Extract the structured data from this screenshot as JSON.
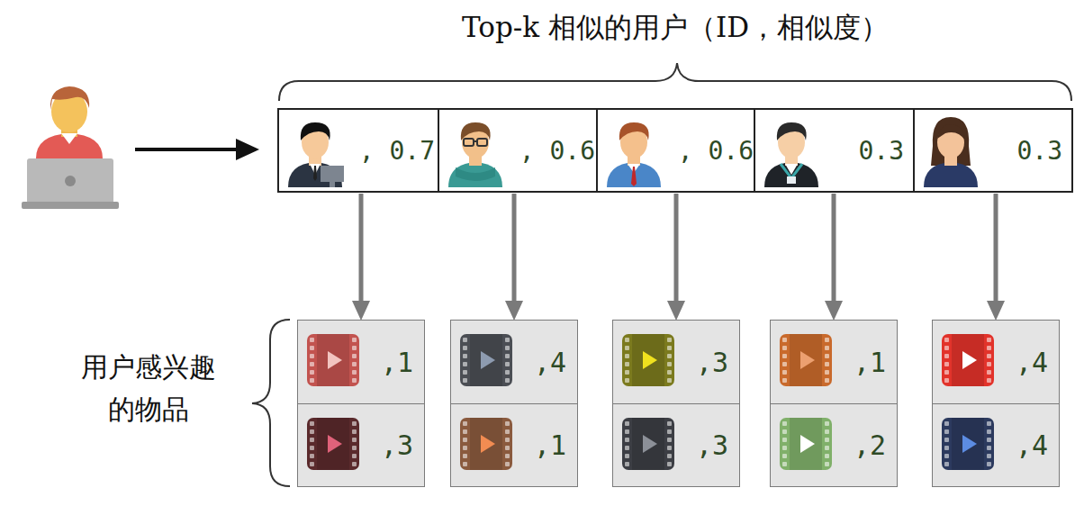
{
  "diagram": {
    "title": "Top-k 相似的用户（ID，相似度）",
    "nodes": [
      {
        "text": [
          ", 0.7"
        ]
      },
      {
        "text": [
          ", 0.6"
        ]
      },
      {
        "text": [
          ", 0.6"
        ]
      },
      {
        "text": [
          "0.3"
        ]
      },
      {
        "text": [
          "0.3"
        ]
      },
      {
        "text": [
          ",1"
        ]
      },
      {
        "text": [
          ",4"
        ]
      },
      {
        "text": [
          ",3"
        ]
      },
      {
        "text": [
          ",1"
        ]
      },
      {
        "text": [
          ",4"
        ]
      },
      {
        "text": [
          ",3"
        ]
      },
      {
        "text": [
          ",1"
        ]
      },
      {
        "text": [
          ",3"
        ]
      },
      {
        "text": [
          ",2"
        ]
      },
      {
        "text": [
          ",4"
        ]
      }
    ],
    "edges": [
      {
        "from": 0,
        "to": 5,
        "arrow": "to"
      },
      {
        "from": 1,
        "to": 6,
        "arrow": "to"
      },
      {
        "from": 2,
        "to": 7,
        "arrow": "to"
      },
      {
        "from": 3,
        "to": 8,
        "arrow": "to"
      },
      {
        "from": 4,
        "to": 9,
        "arrow": "to"
      }
    ],
    "labels": [
      "用户感兴趣的物品"
    ]
  }
}
